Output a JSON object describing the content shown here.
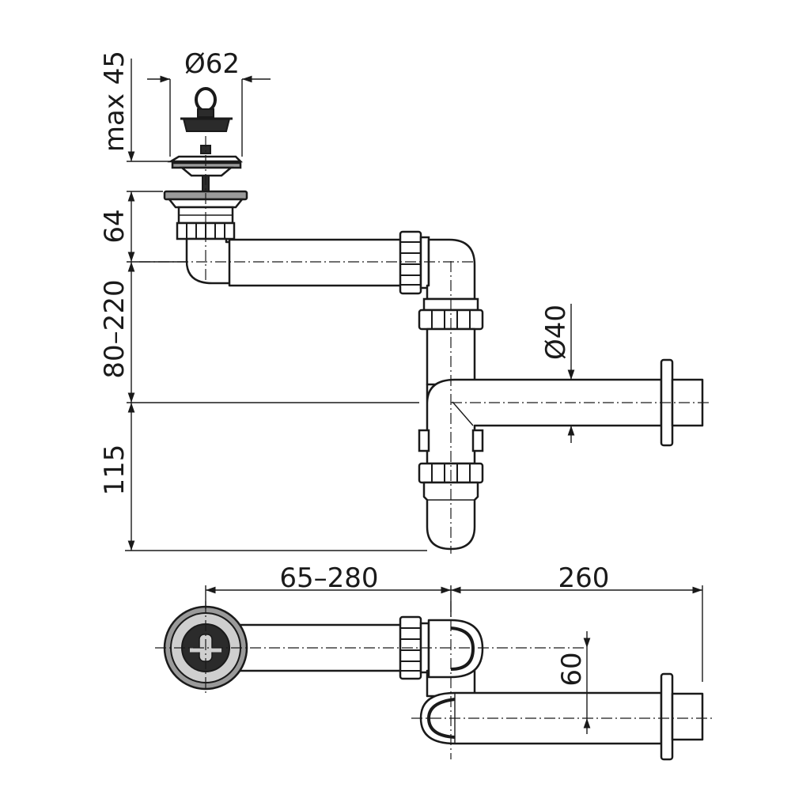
{
  "dimensions": {
    "max45": "max 45",
    "d62": "Ø62",
    "d64": "64",
    "d80_220": "80–220",
    "d115": "115",
    "d40": "Ø40",
    "d65_280": "65–280",
    "d260": "260",
    "d60": "60"
  }
}
